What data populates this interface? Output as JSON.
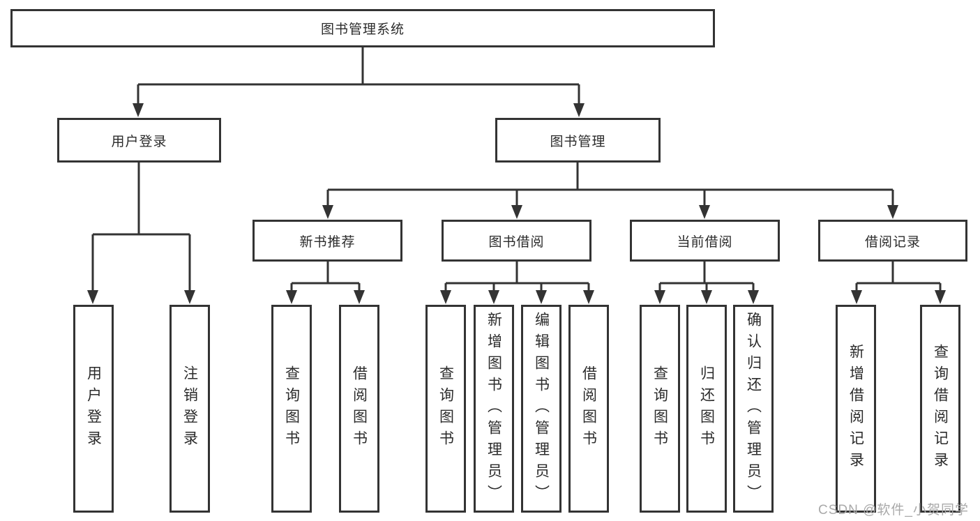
{
  "diagram": {
    "type": "tree",
    "title": "图书管理系统",
    "nodes": {
      "root": "图书管理系统",
      "user_login": "用户登录",
      "book_mgmt": "图书管理",
      "new_book_rec": "新书推荐",
      "book_borrow": "图书借阅",
      "current_borrow": "当前借阅",
      "borrow_record": "借阅记录",
      "ul_login": "用户登录",
      "ul_logout": "注销登录",
      "nb_query_book": "查询图书",
      "nb_borrow_book": "借阅图书",
      "bb_query_book": "查询图书",
      "bb_add_book": "新增图书（管理员）",
      "bb_edit_book": "编辑图书（管理员）",
      "bb_borrow_book": "借阅图书",
      "cb_query_book": "查询图书",
      "cb_return_book": "归还图书",
      "cb_confirm_return": "确认归还（管理员）",
      "br_add_record": "新增借阅记录",
      "br_query_record": "查询借阅记录"
    },
    "hierarchy": {
      "图书管理系统": {
        "用户登录": [
          "用户登录",
          "注销登录"
        ],
        "图书管理": {
          "新书推荐": [
            "查询图书",
            "借阅图书"
          ],
          "图书借阅": [
            "查询图书",
            "新增图书（管理员）",
            "编辑图书（管理员）",
            "借阅图书"
          ],
          "当前借阅": [
            "查询图书",
            "归还图书",
            "确认归还（管理员）"
          ],
          "借阅记录": [
            "新增借阅记录",
            "查询借阅记录"
          ]
        }
      }
    },
    "colors": {
      "line": "#333333",
      "box_border": "#333333",
      "box_fill": "#ffffff",
      "text": "#2b2b2b",
      "watermark": "#a9a9a9"
    }
  },
  "watermark": "CSDN @软件_小贺同学"
}
